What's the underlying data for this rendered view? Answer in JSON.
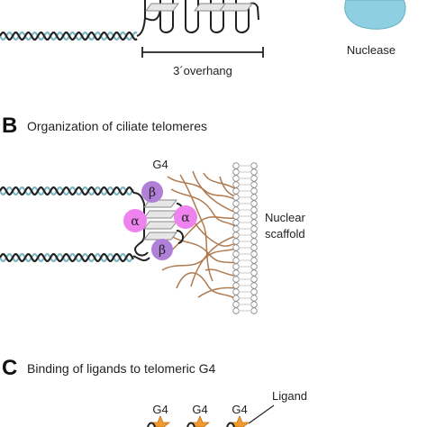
{
  "colors": {
    "strand_dark": "#222222",
    "strand_light": "#7fb6c4",
    "nuclease_fill": "#8ecfe2",
    "alpha_fill": "#ee82ee",
    "beta_fill": "#b07fd8",
    "scaffold_fiber": "#b07a4f",
    "lipid_stroke": "#8a8a8a",
    "ligand_fill": "#f29a2e"
  },
  "panel_a": {
    "overhang_label": "3´overhang",
    "nuclease_label": "Nuclease"
  },
  "panel_b": {
    "letter": "B",
    "title": "Organization of ciliate telomeres",
    "g4_label": "G4",
    "alpha_label": "α",
    "beta_label": "β",
    "scaffold_label_line1": "Nuclear",
    "scaffold_label_line2": "scaffold"
  },
  "panel_c": {
    "letter": "C",
    "title": "Binding of ligands to telomeric G4",
    "g4_labels": [
      "G4",
      "G4",
      "G4"
    ],
    "ligand_label": "Ligand"
  }
}
